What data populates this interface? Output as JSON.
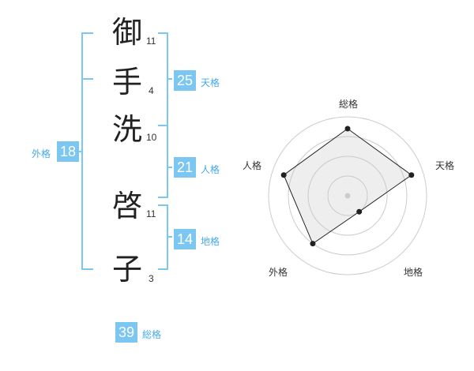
{
  "name_chars": [
    {
      "char": "御",
      "strokes": "11"
    },
    {
      "char": "手",
      "strokes": "4"
    },
    {
      "char": "洗",
      "strokes": "10"
    },
    {
      "char": "啓",
      "strokes": "11"
    },
    {
      "char": "子",
      "strokes": "3"
    }
  ],
  "scores": {
    "tenkaku": {
      "value": "25",
      "label": "天格"
    },
    "jinkaku": {
      "value": "21",
      "label": "人格"
    },
    "chikaku": {
      "value": "14",
      "label": "地格"
    },
    "gaikaku": {
      "value": "18",
      "label": "外格"
    },
    "soukaku": {
      "value": "39",
      "label": "総格"
    }
  },
  "colors": {
    "accent": "#7cc6f2",
    "label": "#46a9e6",
    "bracket": "#7cc6f2"
  },
  "chart_data": {
    "type": "radar",
    "axes": [
      "総格",
      "天格",
      "地格",
      "外格",
      "人格"
    ],
    "values": [
      0.85,
      0.85,
      0.25,
      0.75,
      0.85
    ],
    "range": [
      0,
      1
    ],
    "rings": 4
  }
}
